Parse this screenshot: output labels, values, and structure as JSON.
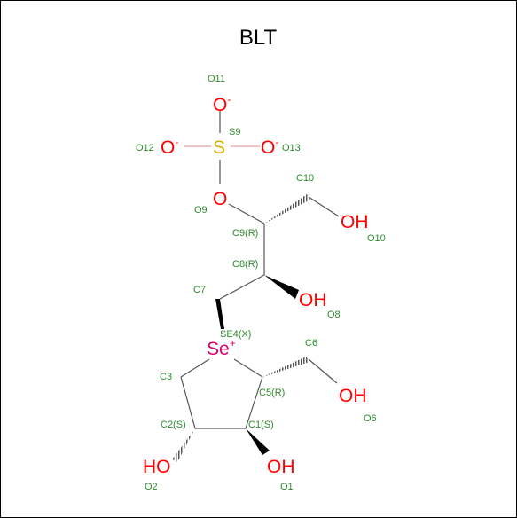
{
  "title": "BLT",
  "atoms": {
    "O11": "O",
    "O11_charge": "-",
    "O12": "O",
    "O12_charge": "-",
    "S9": "S",
    "O13": "O",
    "O13_charge": "-",
    "O9": "O",
    "OH10": "OH",
    "OH8": "OH",
    "Se": "Se",
    "Se_charge": "+",
    "OH6": "OH",
    "HO2": "HO",
    "OH1": "OH"
  },
  "labels": {
    "O11": "O11",
    "O12": "O12",
    "S9": "S9",
    "O13": "O13",
    "O9": "O9",
    "C10": "C10",
    "C9": "C9(R)",
    "O10": "O10",
    "C8": "C8(R)",
    "C7": "C7",
    "O8": "O8",
    "SE4": "SE4(X)",
    "C6": "C6",
    "C3": "C3",
    "C5": "C5(R)",
    "C2": "C2(S)",
    "C1": "C1(S)",
    "O6": "O6",
    "O2": "O2",
    "O1": "O1"
  },
  "colors": {
    "oxygen": "#ff0000",
    "sulfur": "#d4b400",
    "selenium": "#e0006e",
    "atom_label": "#2e8b2e",
    "bond": "#555555"
  }
}
